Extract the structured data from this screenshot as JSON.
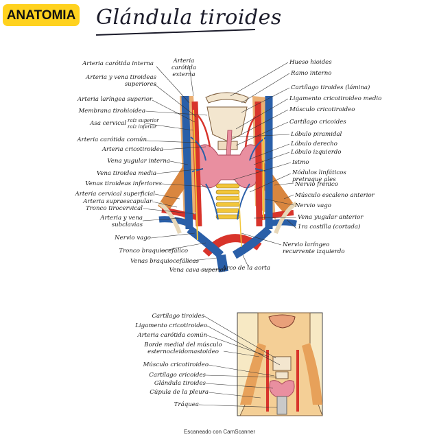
{
  "header": {
    "badge": "ANATOMIA",
    "title": "Glándula tiroides"
  },
  "main_diagram": {
    "left_labels": [
      "Arteria carótida interna",
      "Arteria y vena tiroideas superiores",
      "Arteria laríngea superior",
      "Membrana tirohioidea",
      "Asa cervical",
      "raíz superior",
      "raíz inferior",
      "Arteria carótida común",
      "Arteria cricotiroidea",
      "Vena yugular interna",
      "Vena tiroidea media",
      "Venas tiroideas inferiores",
      "Arteria cervical superficial",
      "Arteria supraescapular",
      "Tronco tirocervical",
      "Arteria y vena subclavias",
      "Nervio vago",
      "Tronco braquiocefálico",
      "Venas braquiocefálicas",
      "Vena cava superior"
    ],
    "top_label": "Arteria carótida externa",
    "bottom_label": "Arco de la aorta",
    "right_labels": [
      "Hueso hioides",
      "Ramo interno",
      "Cartílago tiroides (lámina)",
      "Ligamento cricotiroideo medio",
      "Músculo cricotiroideo",
      "Cartílago cricoides",
      "Lóbulo piramidal",
      "Lóbulo derecho",
      "Lóbulo izquierdo",
      "Istmo",
      "Nódulos linfáticos pretraque ales",
      "Nervio frénico",
      "Músculo escaleno anterior",
      "Nervio vago",
      "Vena yugular anterior",
      "1ra costilla (cortada)",
      "Nervio laríngeo recurrente izquierdo"
    ]
  },
  "lateral_diagram": {
    "labels": [
      "Cartílago tiroides",
      "Ligamento cricotiroideo",
      "Arteria carótida común",
      "Borde medial del músculo esternocleidomastoideo",
      "Músculo cricotiroideo",
      "Cartílago cricoides",
      "Glándula tiroides",
      "Cúpula de la pleura",
      "Tráquea"
    ]
  },
  "footer": {
    "text": "Escaneado con CamScanner"
  },
  "colors": {
    "badge": "#ffd21f",
    "artery": "#d8342b",
    "vein": "#2a5fa8",
    "thyroid": "#e98fa0",
    "cartilage": "#f3e6cf",
    "nerve": "#f2c63a",
    "muscle": "#e7a15a"
  }
}
